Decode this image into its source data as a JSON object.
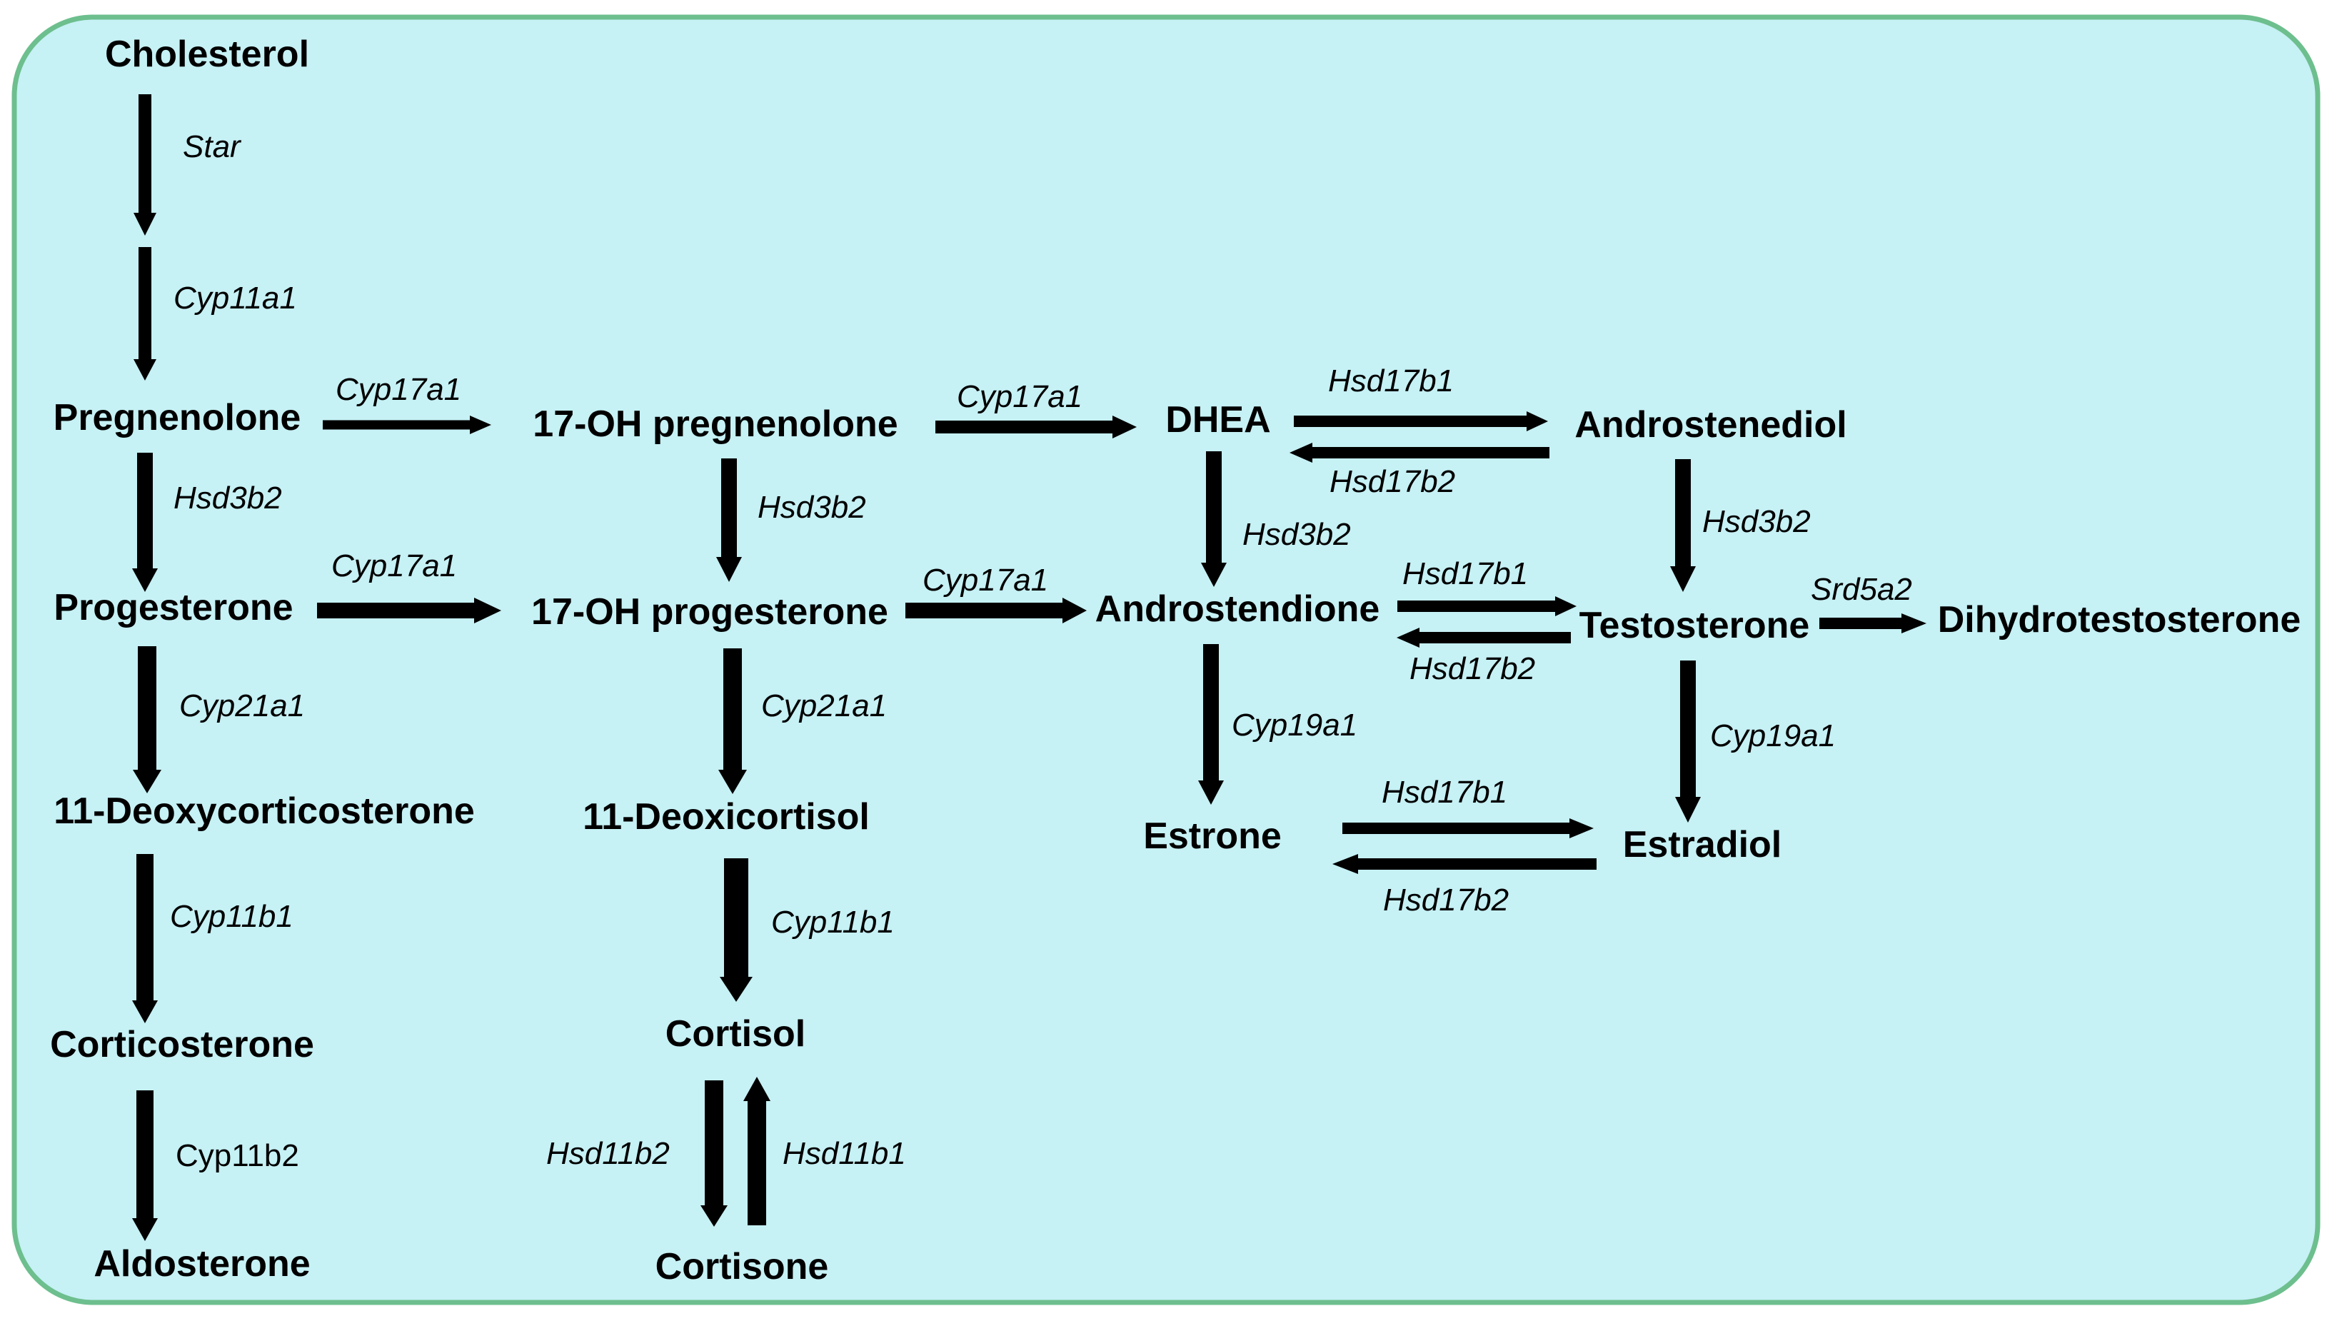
{
  "colors": {
    "panel_fill": "#c6f1f5",
    "panel_border": "#6dbf8e",
    "arrow": "#000000",
    "text": "#000000"
  },
  "compounds": {
    "cholesterol": "Cholesterol",
    "pregnenolone": "Pregnenolone",
    "progesterone": "Progesterone",
    "deoxycorticosterone": "11-Deoxycorticosterone",
    "corticosterone": "Corticosterone",
    "aldosterone": "Aldosterone",
    "oh17_pregnenolone": "17-OH pregnenolone",
    "oh17_progesterone": "17-OH progesterone",
    "deoxicortisol": "11-Deoxicortisol",
    "cortisol": "Cortisol",
    "cortisone": "Cortisone",
    "dhea": "DHEA",
    "androstendione": "Androstendione",
    "estrone": "Estrone",
    "androstenediol": "Androstenediol",
    "testosterone": "Testosterone",
    "estradiol": "Estradiol",
    "dihydrotestosterone": "Dihydrotestosterone"
  },
  "enzymes": {
    "star": "Star",
    "cyp11a1": "Cyp11a1",
    "hsd3b2_preg": "Hsd3b2",
    "cyp21a1_prog": "Cyp21a1",
    "cyp11b1_doc": "Cyp11b1",
    "cyp11b2": "Cyp11b2",
    "cyp17a1_preg": "Cyp17a1",
    "cyp17a1_prog": "Cyp17a1",
    "hsd3b2_ohpreg": "Hsd3b2",
    "cyp21a1_ohprog": "Cyp21a1",
    "cyp11b1_doxi": "Cyp11b1",
    "hsd11b2": "Hsd11b2",
    "hsd11b1": "Hsd11b1",
    "cyp17a1_ohpreg": "Cyp17a1",
    "cyp17a1_ohprog": "Cyp17a1",
    "hsd3b2_dhea": "Hsd3b2",
    "cyp19a1_andro": "Cyp19a1",
    "hsd17b1_dhea": "Hsd17b1",
    "hsd17b2_dhea": "Hsd17b2",
    "hsd3b2_androdiol": "Hsd3b2",
    "hsd17b1_andro": "Hsd17b1",
    "hsd17b2_andro": "Hsd17b2",
    "srd5a2": "Srd5a2",
    "cyp19a1_testo": "Cyp19a1",
    "hsd17b1_estrone": "Hsd17b1",
    "hsd17b2_estrone": "Hsd17b2"
  }
}
